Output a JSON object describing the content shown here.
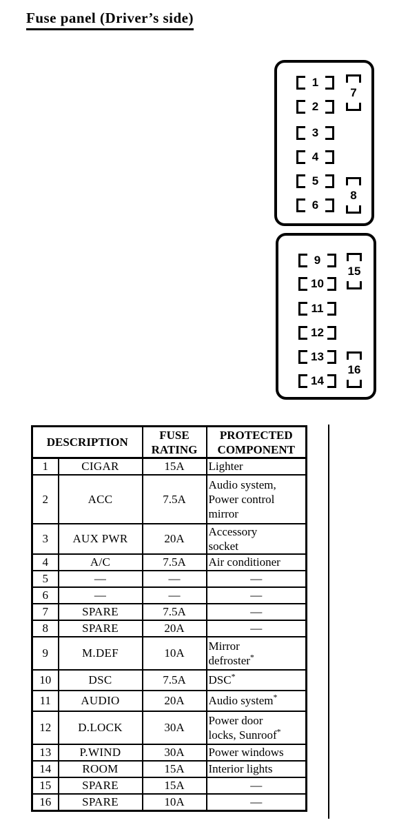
{
  "page": {
    "title": "Fuse panel (Driver’s side)"
  },
  "colors": {
    "ink": "#000000",
    "paper": "#ffffff"
  },
  "diagram": {
    "upper_box": {
      "fuses": [
        "1",
        "2",
        "3",
        "4",
        "5",
        "6"
      ],
      "vertical_fuses": [
        "7",
        "8"
      ]
    },
    "lower_box": {
      "fuses": [
        "9",
        "10",
        "11",
        "12",
        "13",
        "14"
      ],
      "vertical_fuses": [
        "15",
        "16"
      ]
    }
  },
  "table": {
    "headers": {
      "description": "DESCRIPTION",
      "rating": "FUSE RATING",
      "component": "PROTECTED COMPONENT"
    },
    "rows": [
      {
        "num": "1",
        "desc": "CIGAR",
        "rating": "15A",
        "comp": "Lighter",
        "sup": ""
      },
      {
        "num": "2",
        "desc": "ACC",
        "rating": "7.5A",
        "comp": "Audio system,\nPower control\nmirror",
        "sup": ""
      },
      {
        "num": "3",
        "desc": "AUX PWR",
        "rating": "20A",
        "comp": "Accessory\nsocket",
        "sup": ""
      },
      {
        "num": "4",
        "desc": "A/C",
        "rating": "7.5A",
        "comp": "Air conditioner",
        "sup": ""
      },
      {
        "num": "5",
        "desc": "—",
        "rating": "—",
        "comp": "—",
        "sup": ""
      },
      {
        "num": "6",
        "desc": "—",
        "rating": "—",
        "comp": "—",
        "sup": ""
      },
      {
        "num": "7",
        "desc": "SPARE",
        "rating": "7.5A",
        "comp": "—",
        "sup": ""
      },
      {
        "num": "8",
        "desc": "SPARE",
        "rating": "20A",
        "comp": "—",
        "sup": ""
      },
      {
        "num": "9",
        "desc": "M.DEF",
        "rating": "10A",
        "comp": "Mirror\ndefroster",
        "sup": "*"
      },
      {
        "num": "10",
        "desc": "DSC",
        "rating": "7.5A",
        "comp": "DSC",
        "sup": "*"
      },
      {
        "num": "11",
        "desc": "AUDIO",
        "rating": "20A",
        "comp": "Audio system",
        "sup": "*"
      },
      {
        "num": "12",
        "desc": "D.LOCK",
        "rating": "30A",
        "comp": "Power door\nlocks, Sunroof",
        "sup": "*"
      },
      {
        "num": "13",
        "desc": "P.WIND",
        "rating": "30A",
        "comp": "Power windows",
        "sup": ""
      },
      {
        "num": "14",
        "desc": "ROOM",
        "rating": "15A",
        "comp": "Interior lights",
        "sup": ""
      },
      {
        "num": "15",
        "desc": "SPARE",
        "rating": "15A",
        "comp": "—",
        "sup": ""
      },
      {
        "num": "16",
        "desc": "SPARE",
        "rating": "10A",
        "comp": "—",
        "sup": ""
      }
    ]
  }
}
